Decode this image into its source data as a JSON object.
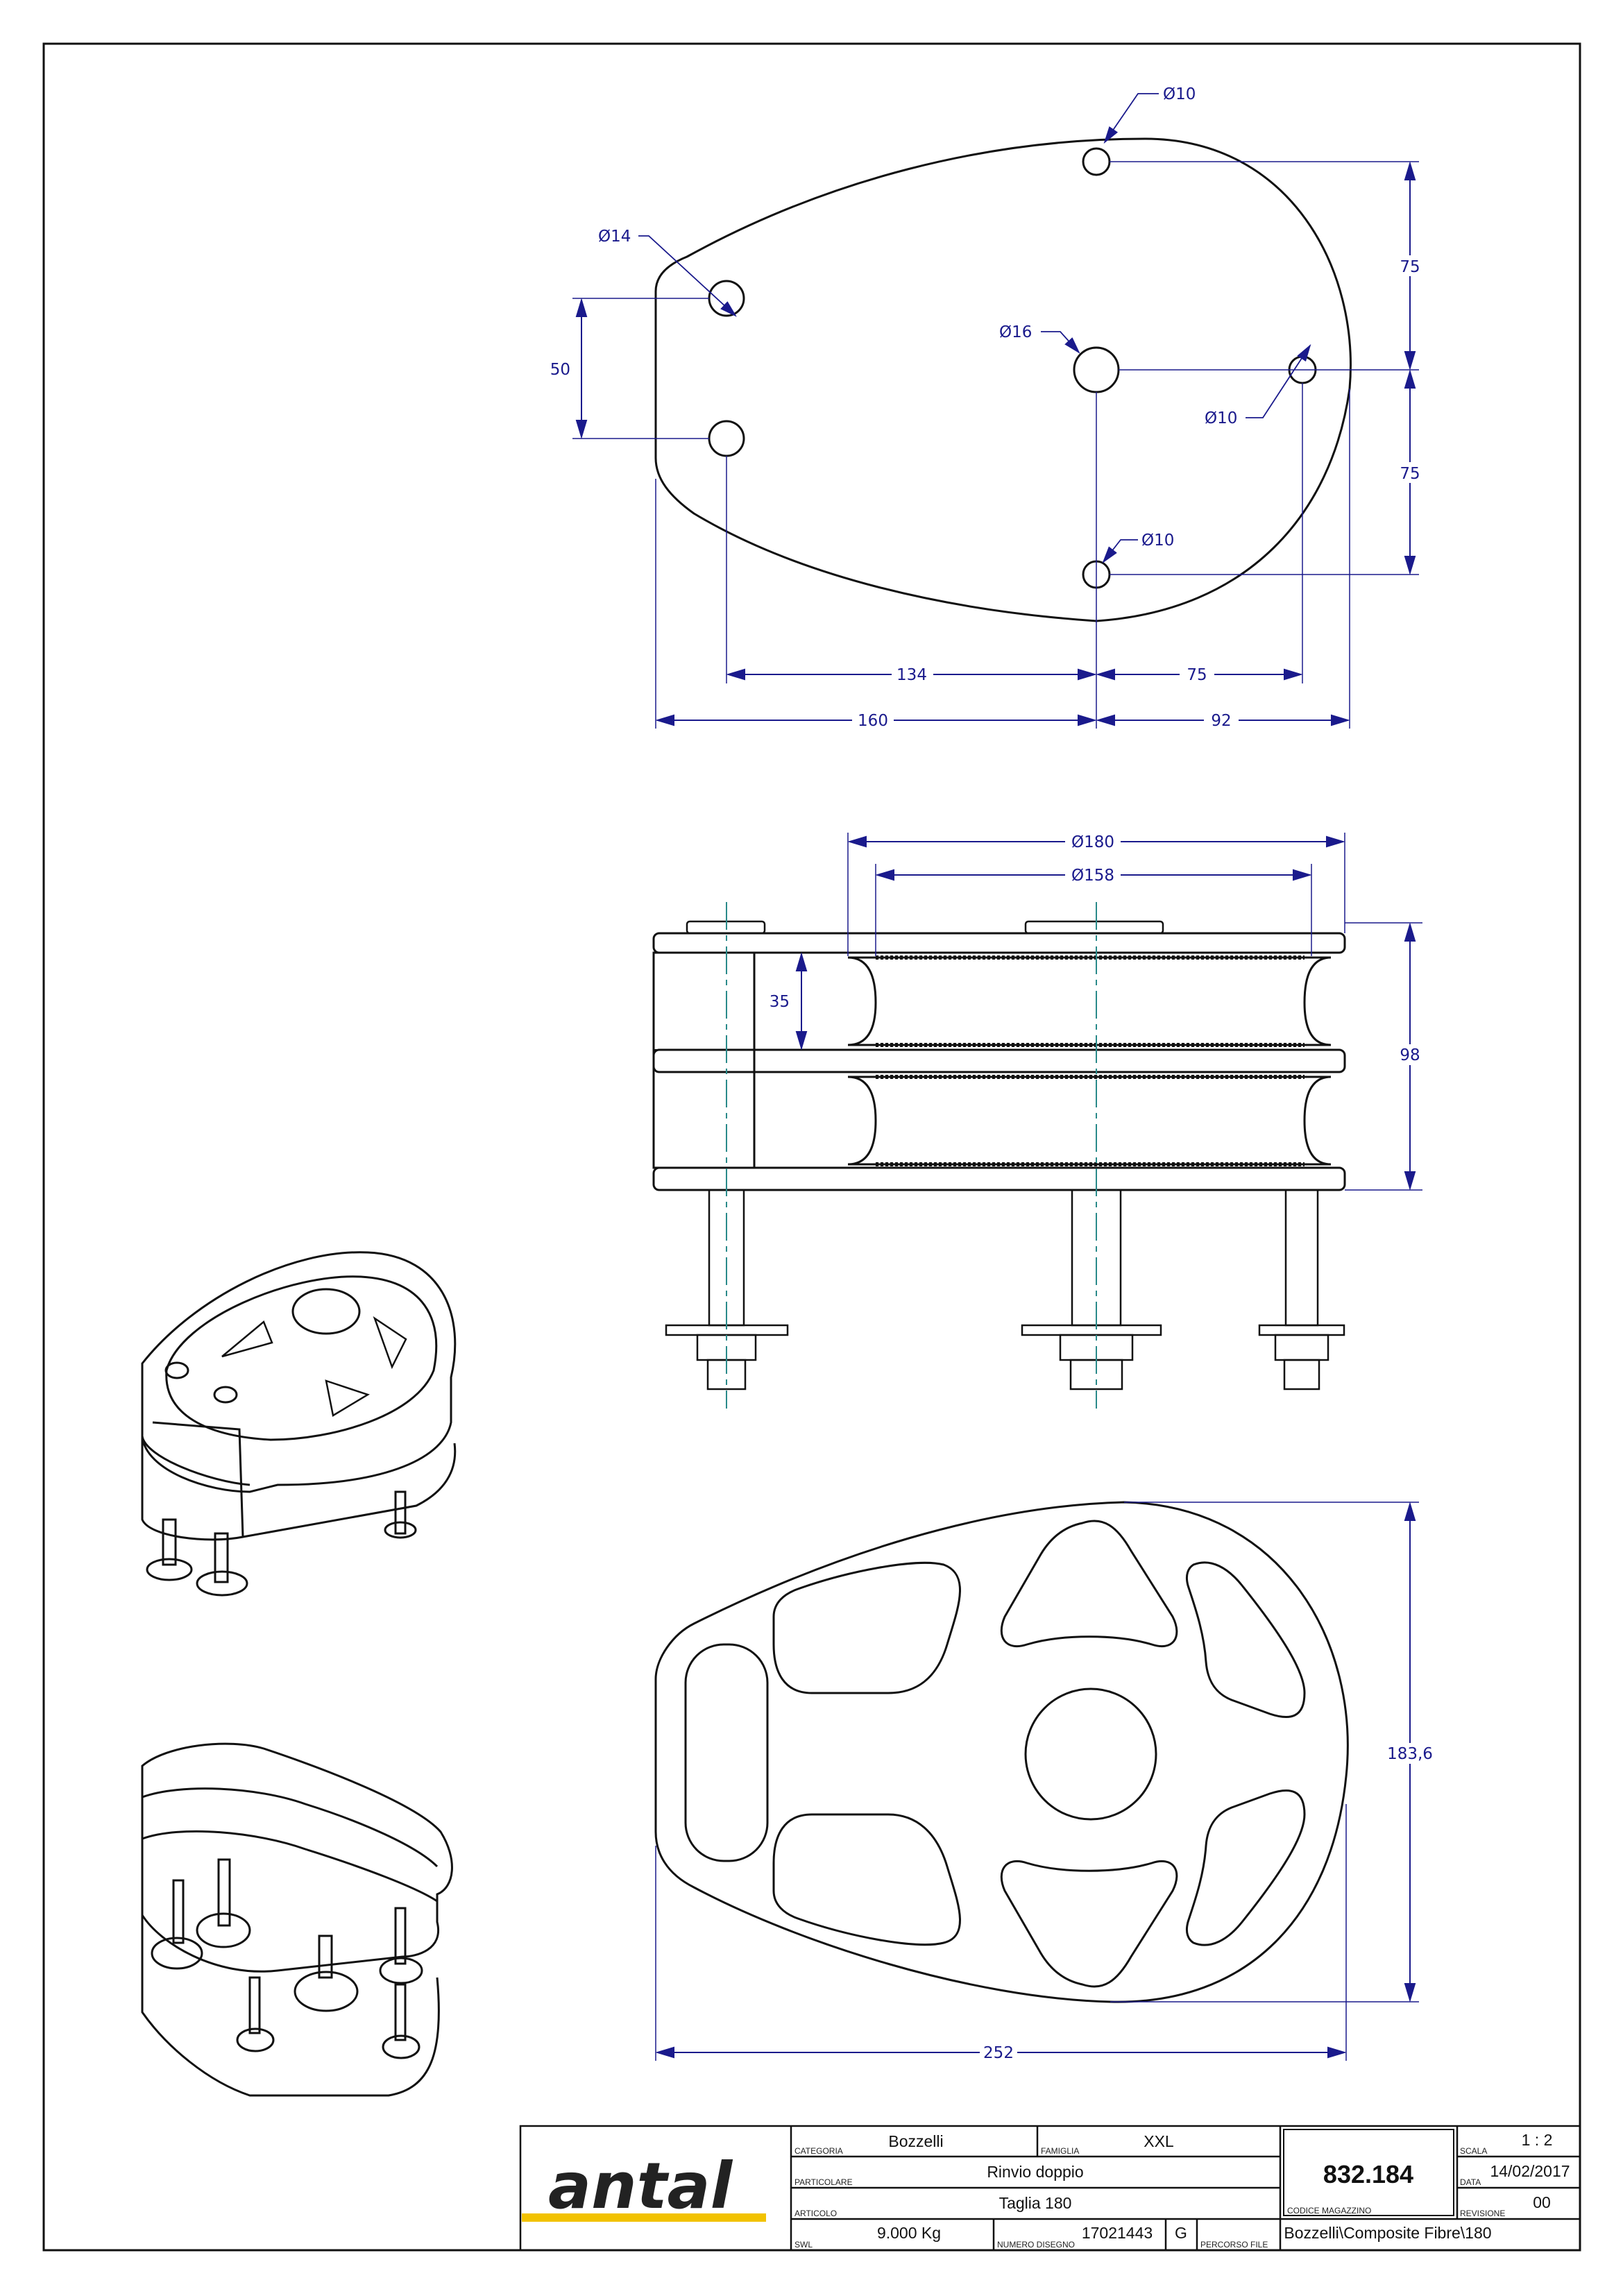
{
  "colors": {
    "dimension": "#1a1a8c",
    "centerline": "#2a8a8a",
    "logo_bar": "#f2c200",
    "outline": "#111111"
  },
  "top_view": {
    "hole_labels": [
      "Ø10",
      "Ø14",
      "Ø16",
      "Ø10",
      "Ø10"
    ],
    "dims": {
      "left_vertical": "50",
      "right_upper": "75",
      "right_lower": "75",
      "bottom_inner_left": "134",
      "bottom_inner_right": "75",
      "bottom_outer_left": "160",
      "bottom_outer_right": "92"
    }
  },
  "side_view": {
    "dims": {
      "outer_diameter": "Ø180",
      "inner_diameter": "Ø158",
      "sheave_height": "35",
      "total_height": "98"
    }
  },
  "plate_view": {
    "dims": {
      "height": "183,6",
      "width": "252"
    }
  },
  "title_block": {
    "logo": "antal",
    "categoria_label": "CATEGORIA",
    "categoria": "Bozzelli",
    "famiglia_label": "FAMIGLIA",
    "famiglia": "XXL",
    "particolare_label": "PARTICOLARE",
    "particolare": "Rinvio doppio",
    "articolo_label": "ARTICOLO",
    "articolo": "Taglia 180",
    "swl_label": "SWL",
    "swl": "9.000 Kg",
    "numero_disegno_label": "NUMERO DISEGNO",
    "numero_disegno": "17021443",
    "formato": "G",
    "percorso_label": "PERCORSO FILE",
    "percorso": "Bozzelli\\Composite Fibre\\180",
    "codice_label": "CODICE MAGAZZINO",
    "codice": "832.184",
    "scala_label": "SCALA",
    "scala": "1 : 2",
    "data_label": "DATA",
    "data": "14/02/2017",
    "revisione_label": "REVISIONE",
    "revisione": "00"
  }
}
